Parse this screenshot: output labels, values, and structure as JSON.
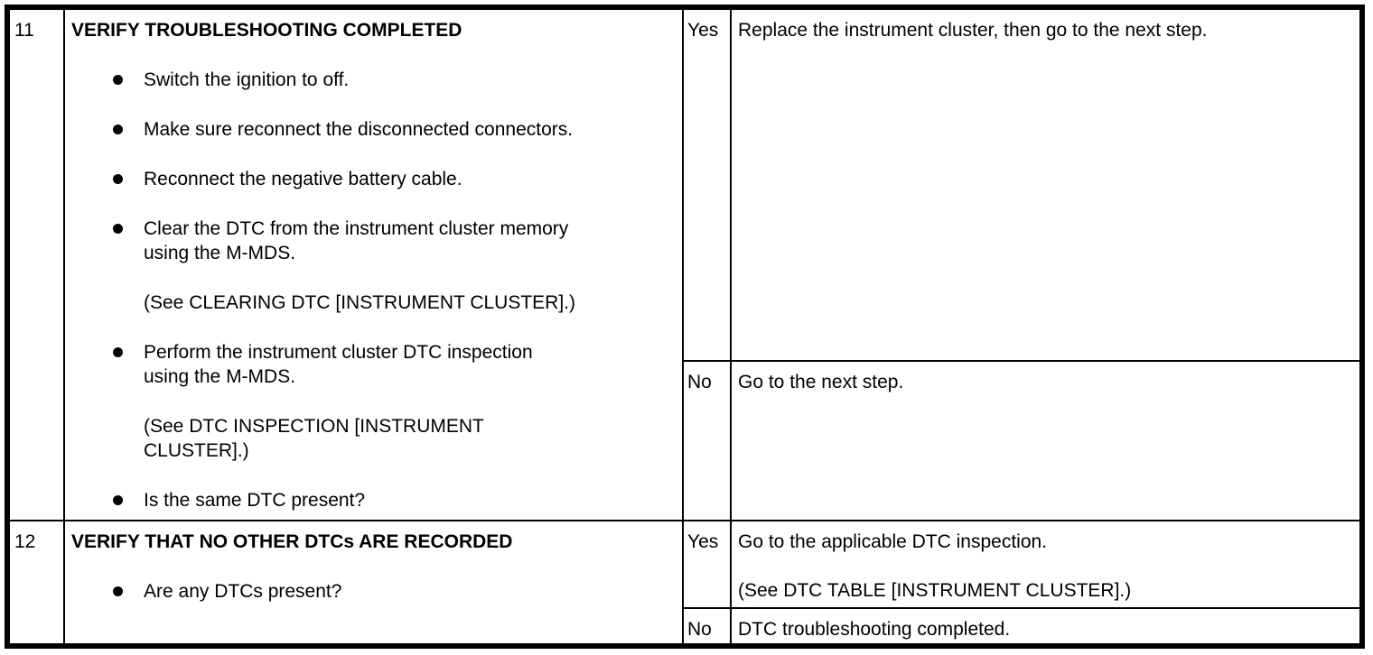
{
  "colors": {
    "border": "#000000",
    "text": "#000000",
    "background": "#ffffff"
  },
  "table": {
    "columns": [
      "step",
      "inspection",
      "results",
      "action"
    ],
    "rows": [
      {
        "step": "11",
        "title": "VERIFY TROUBLESHOOTING COMPLETED",
        "items": [
          {
            "bullet": true,
            "text": "Switch the ignition to off."
          },
          {
            "bullet": true,
            "text": "Make sure reconnect the disconnected connectors."
          },
          {
            "bullet": true,
            "text": "Reconnect the negative battery cable."
          },
          {
            "bullet": true,
            "text": "Clear the DTC from the instrument cluster memory\nusing the M-MDS."
          },
          {
            "bullet": false,
            "text": "(See CLEARING DTC [INSTRUMENT CLUSTER].)"
          },
          {
            "bullet": true,
            "text": "Perform the instrument cluster DTC inspection\nusing the M-MDS."
          },
          {
            "bullet": false,
            "text": "(See DTC INSPECTION [INSTRUMENT\nCLUSTER].)"
          },
          {
            "bullet": true,
            "text": "Is the same DTC present?"
          }
        ],
        "outcomes": [
          {
            "label": "Yes",
            "action": "Replace the instrument cluster, then go to the next step."
          },
          {
            "label": "No",
            "action": "Go to the next step."
          }
        ]
      },
      {
        "step": "12",
        "title": "VERIFY THAT NO OTHER DTCs ARE RECORDED",
        "items": [
          {
            "bullet": true,
            "text": "Are any DTCs present?"
          }
        ],
        "outcomes": [
          {
            "label": "Yes",
            "action": "Go to the applicable DTC inspection.\n\n(See DTC TABLE [INSTRUMENT CLUSTER].)"
          },
          {
            "label": "No",
            "action": "DTC troubleshooting completed."
          }
        ]
      }
    ]
  }
}
